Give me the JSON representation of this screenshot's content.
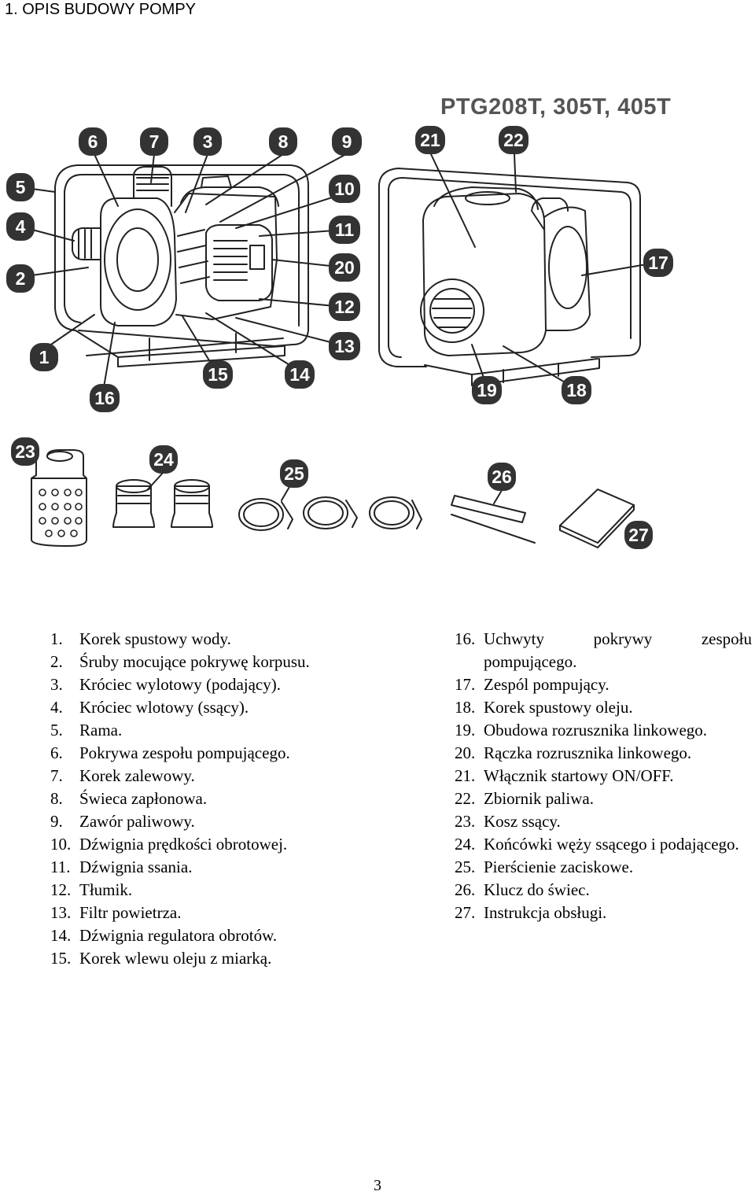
{
  "heading": "1. OPIS BUDOWY POMPY",
  "model": "PTG208T, 305T, 405T",
  "callouts": [
    "1",
    "2",
    "3",
    "4",
    "5",
    "6",
    "7",
    "8",
    "9",
    "10",
    "11",
    "12",
    "13",
    "14",
    "15",
    "16",
    "17",
    "18",
    "19",
    "20",
    "21",
    "22",
    "23",
    "24",
    "25",
    "26",
    "27"
  ],
  "legend_left": [
    {
      "num": "1.",
      "text": "Korek spustowy wody."
    },
    {
      "num": "2.",
      "text": "Śruby mocujące pokrywę korpusu."
    },
    {
      "num": "3.",
      "text": "Króciec wylotowy (podający)."
    },
    {
      "num": "4.",
      "text": "Króciec wlotowy (ssący)."
    },
    {
      "num": "5.",
      "text": "Rama."
    },
    {
      "num": "6.",
      "text": "Pokrywa zespołu pompującego."
    },
    {
      "num": "7.",
      "text": "Korek zalewowy."
    },
    {
      "num": "8.",
      "text": "Świeca zapłonowa."
    },
    {
      "num": "9.",
      "text": "Zawór paliwowy."
    },
    {
      "num": "10.",
      "text": "Dźwignia prędkości obrotowej."
    },
    {
      "num": "11.",
      "text": "Dźwignia ssania."
    },
    {
      "num": "12.",
      "text": "Tłumik."
    },
    {
      "num": "13.",
      "text": "Filtr powietrza."
    },
    {
      "num": "14.",
      "text": "Dźwignia regulatora obrotów."
    },
    {
      "num": "15.",
      "text": "Korek wlewu oleju z miarką."
    }
  ],
  "legend_right": [
    {
      "num": "16.",
      "text": "Uchwyty pokrywy zespołu pompującego."
    },
    {
      "num": "17.",
      "text": "Zespól pompujący."
    },
    {
      "num": "18.",
      "text": "Korek spustowy oleju."
    },
    {
      "num": "19.",
      "text": "Obudowa rozrusznika linkowego."
    },
    {
      "num": "20.",
      "text": "Rączka rozrusznika linkowego."
    },
    {
      "num": "21.",
      "text": "Włącznik startowy ON/OFF."
    },
    {
      "num": "22.",
      "text": "Zbiornik paliwa."
    },
    {
      "num": "23.",
      "text": "Kosz ssący."
    },
    {
      "num": "24.",
      "text": "Końcówki węży ssącego i podającego."
    },
    {
      "num": "25.",
      "text": "Pierścienie zaciskowe."
    },
    {
      "num": "26.",
      "text": "Klucz do świec."
    },
    {
      "num": "27.",
      "text": "Instrukcja obsługi."
    }
  ],
  "page_number": "3",
  "colors": {
    "callout": "#333333",
    "line": "#222222",
    "text": "#000000"
  }
}
